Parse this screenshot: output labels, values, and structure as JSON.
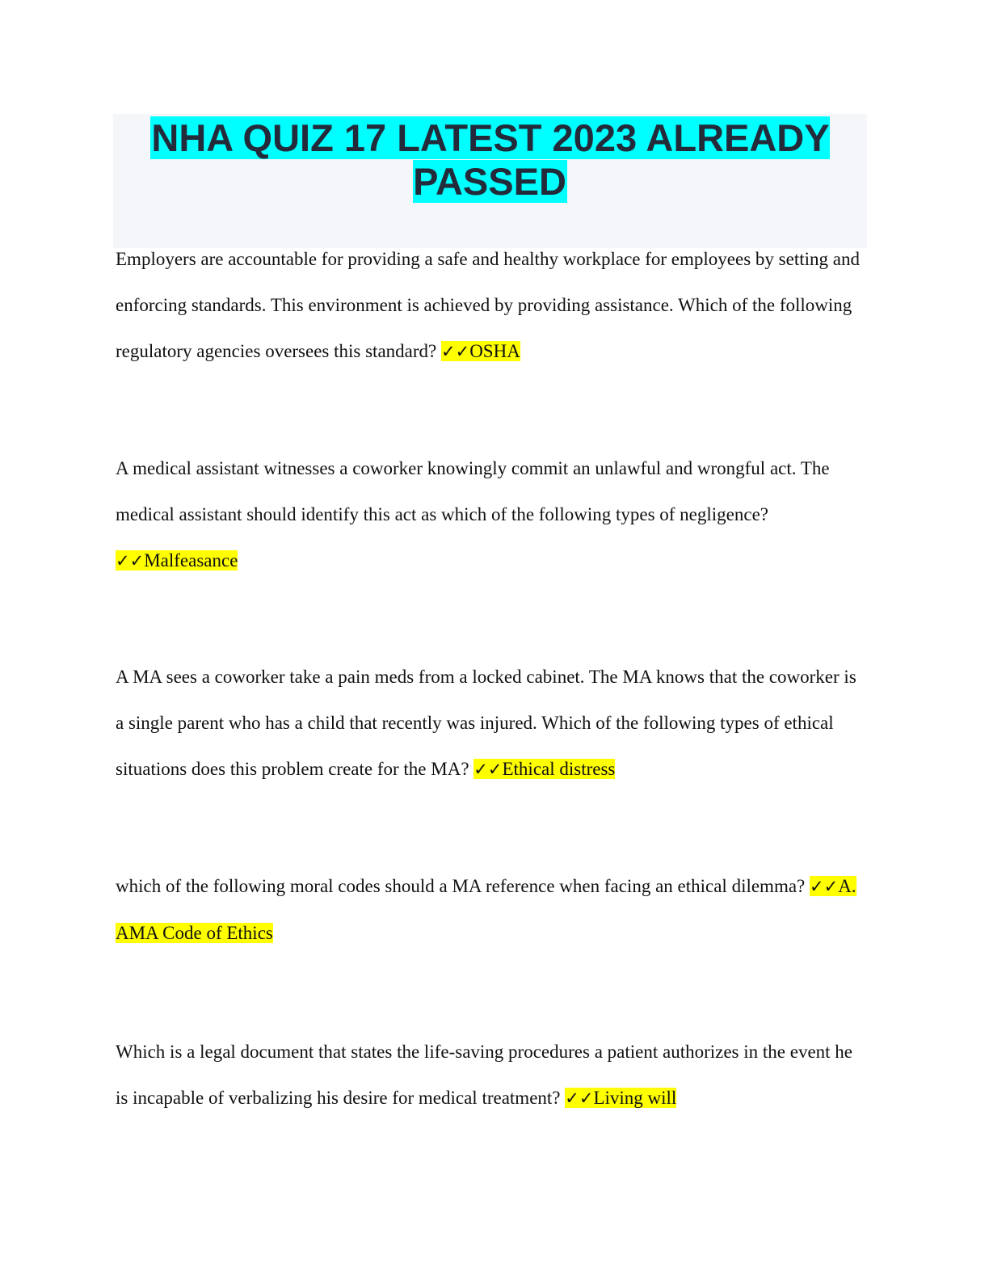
{
  "document": {
    "title": "NHA QUIZ 17 LATEST 2023 ALREADY PASSED",
    "check_mark": "✓✓",
    "items": [
      {
        "question": "Employers are accountable for providing a safe and healthy workplace for employees by setting and enforcing standards. This environment is achieved by providing assistance. Which of the following regulatory agencies oversees this standard?",
        "answer": "OSHA"
      },
      {
        "question": "A medical assistant witnesses a coworker knowingly commit an unlawful and wrongful act. The medical assistant should identify this act as which of the following types of negligence?",
        "answer": "Malfeasance"
      },
      {
        "question": "A MA sees a coworker take a pain meds from a locked cabinet. The MA knows that the coworker is a single parent who has a child that recently was injured. Which of the following types of ethical situations does this problem create for the MA?",
        "answer": "Ethical distress"
      },
      {
        "question": "which of the following moral codes should a MA reference when facing an ethical dilemma?",
        "answer": "A. AMA Code of Ethics"
      },
      {
        "question": "Which is a legal document that states the life-saving procedures a patient authorizes in the event he is incapable of verbalizing his desire for medical treatment?",
        "answer": "Living will"
      }
    ]
  },
  "colors": {
    "title_highlight": "#00ffff",
    "answer_highlight": "#ffff00",
    "title_background": "#f5f6fa",
    "title_text": "#232b3a"
  }
}
